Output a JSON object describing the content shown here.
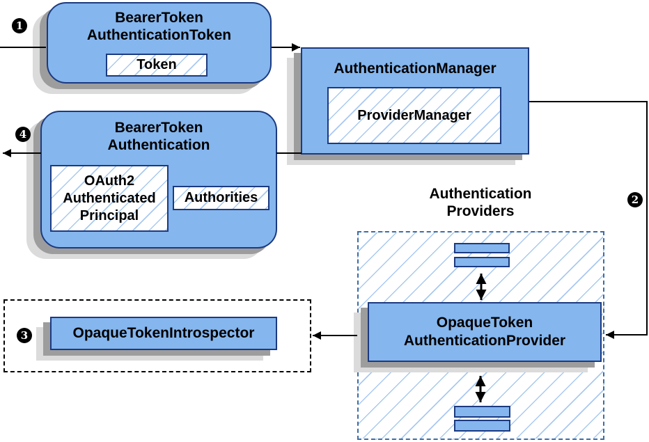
{
  "colors": {
    "node_fill": "#85b6ee",
    "node_border": "#1b3a80",
    "hatch_line": "#a9c9f0",
    "providers_dash_border": "#3c6ca5",
    "wire": "#000000",
    "shadow_dark": "#9d9d9d",
    "shadow_light": "#dbdbdb",
    "badge_bg": "#000000",
    "badge_text": "#ffffff"
  },
  "badges": {
    "step1": "1",
    "step2": "2",
    "step3": "3",
    "step4": "4"
  },
  "nodes": {
    "bearer_token_authentication_token": {
      "title": "BearerToken\nAuthenticationToken",
      "token": "Token"
    },
    "authentication_manager": {
      "title": "AuthenticationManager",
      "provider_manager": "ProviderManager"
    },
    "bearer_token_authentication": {
      "title": "BearerToken\nAuthentication",
      "principal": "OAuth2\nAuthenticated\nPrincipal",
      "authorities": "Authorities"
    },
    "providers_group": {
      "label": "Authentication\nProviders"
    },
    "opaque_token_authentication_provider": {
      "title": "OpaqueToken\nAuthenticationProvider"
    },
    "opaque_token_introspector": {
      "title": "OpaqueTokenIntrospector"
    }
  }
}
